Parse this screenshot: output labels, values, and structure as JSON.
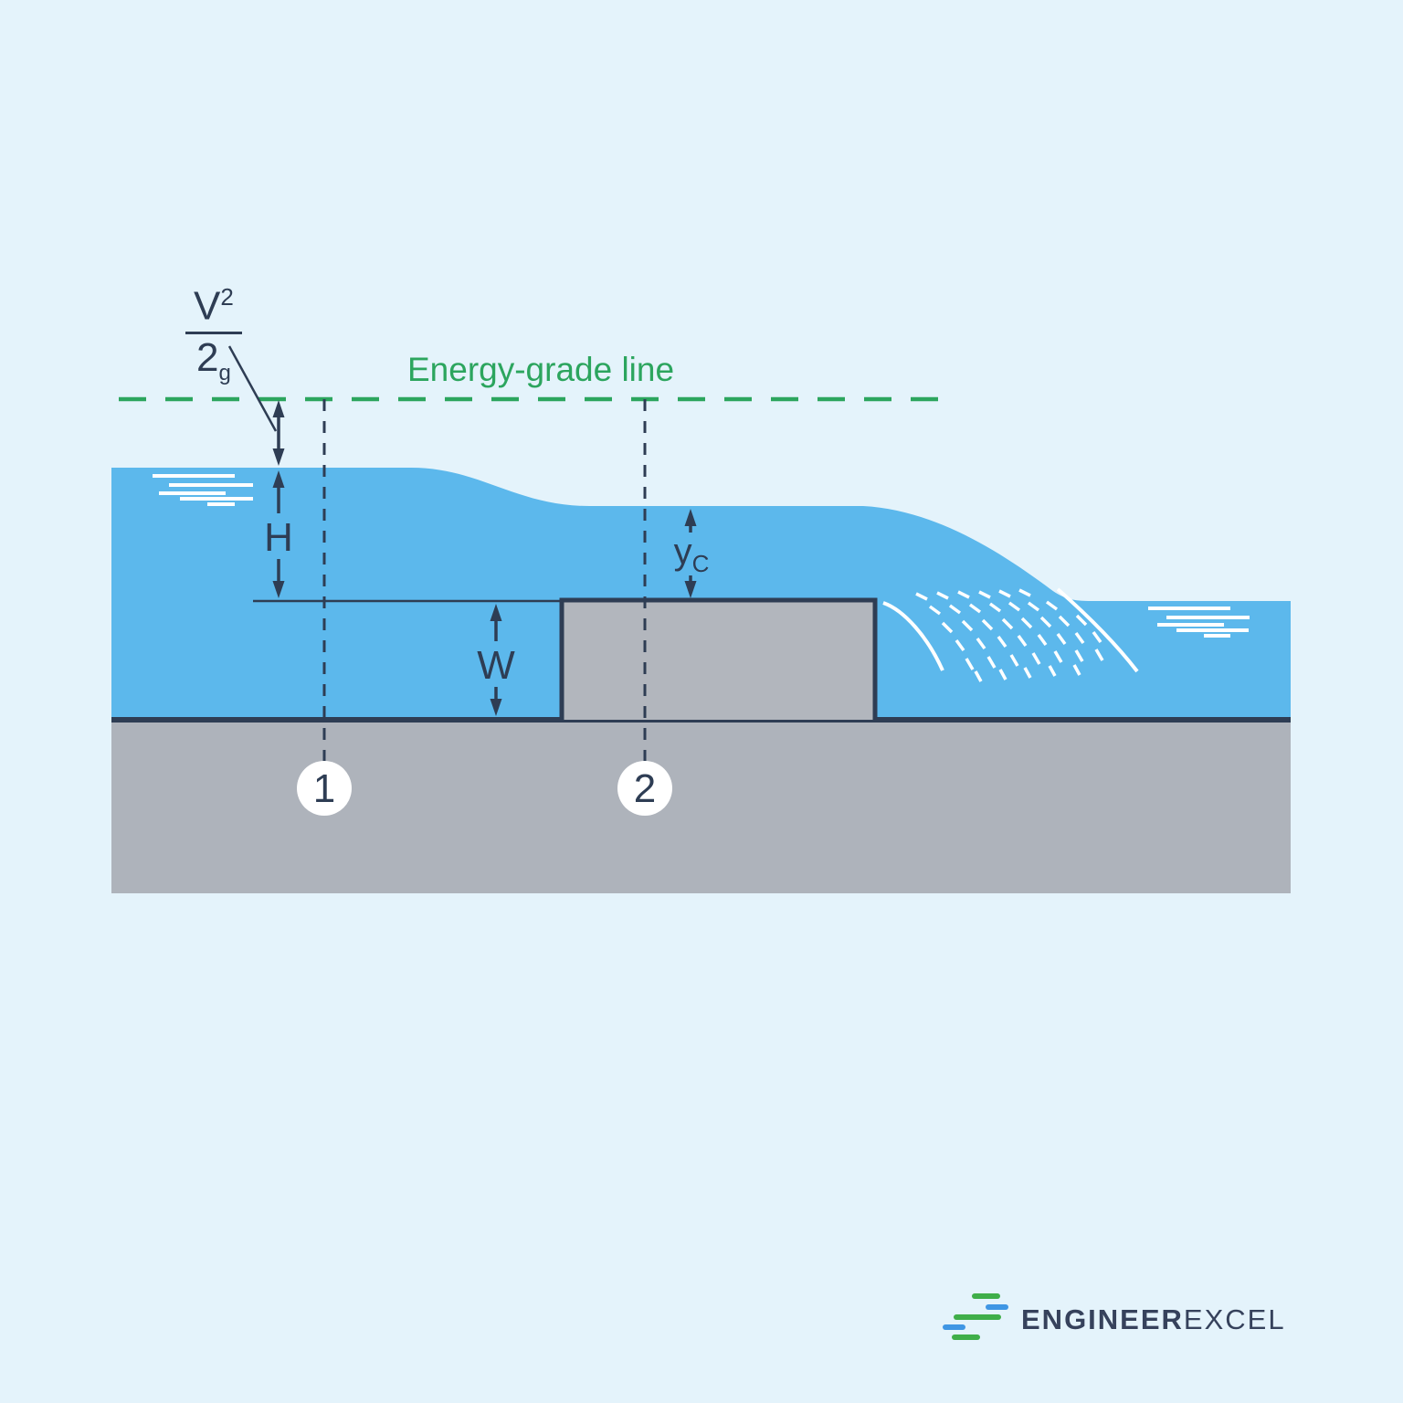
{
  "diagram": {
    "energy_grade_line_label": "Energy-grade line",
    "velocity_head": {
      "base": "V",
      "exponent": "2",
      "denominator": "2",
      "denominator_subscript": "g"
    },
    "head_label": "H",
    "weir_height_label": "W",
    "critical_depth": {
      "base": "y",
      "subscript": "C"
    },
    "stations": [
      {
        "label": "1"
      },
      {
        "label": "2"
      }
    ],
    "colors": {
      "background": "#e4f3fb",
      "water": "#5cb8ec",
      "ground": "#aeb3bb",
      "outline_dark": "#2e3d54",
      "energy_line_green": "#2ca55e",
      "foam_white": "#ffffff"
    }
  },
  "branding": {
    "name_bold": "ENGINEER",
    "name_light": "EXCEL",
    "bar_green": "#3fae49",
    "bar_blue": "#3f96e4"
  }
}
